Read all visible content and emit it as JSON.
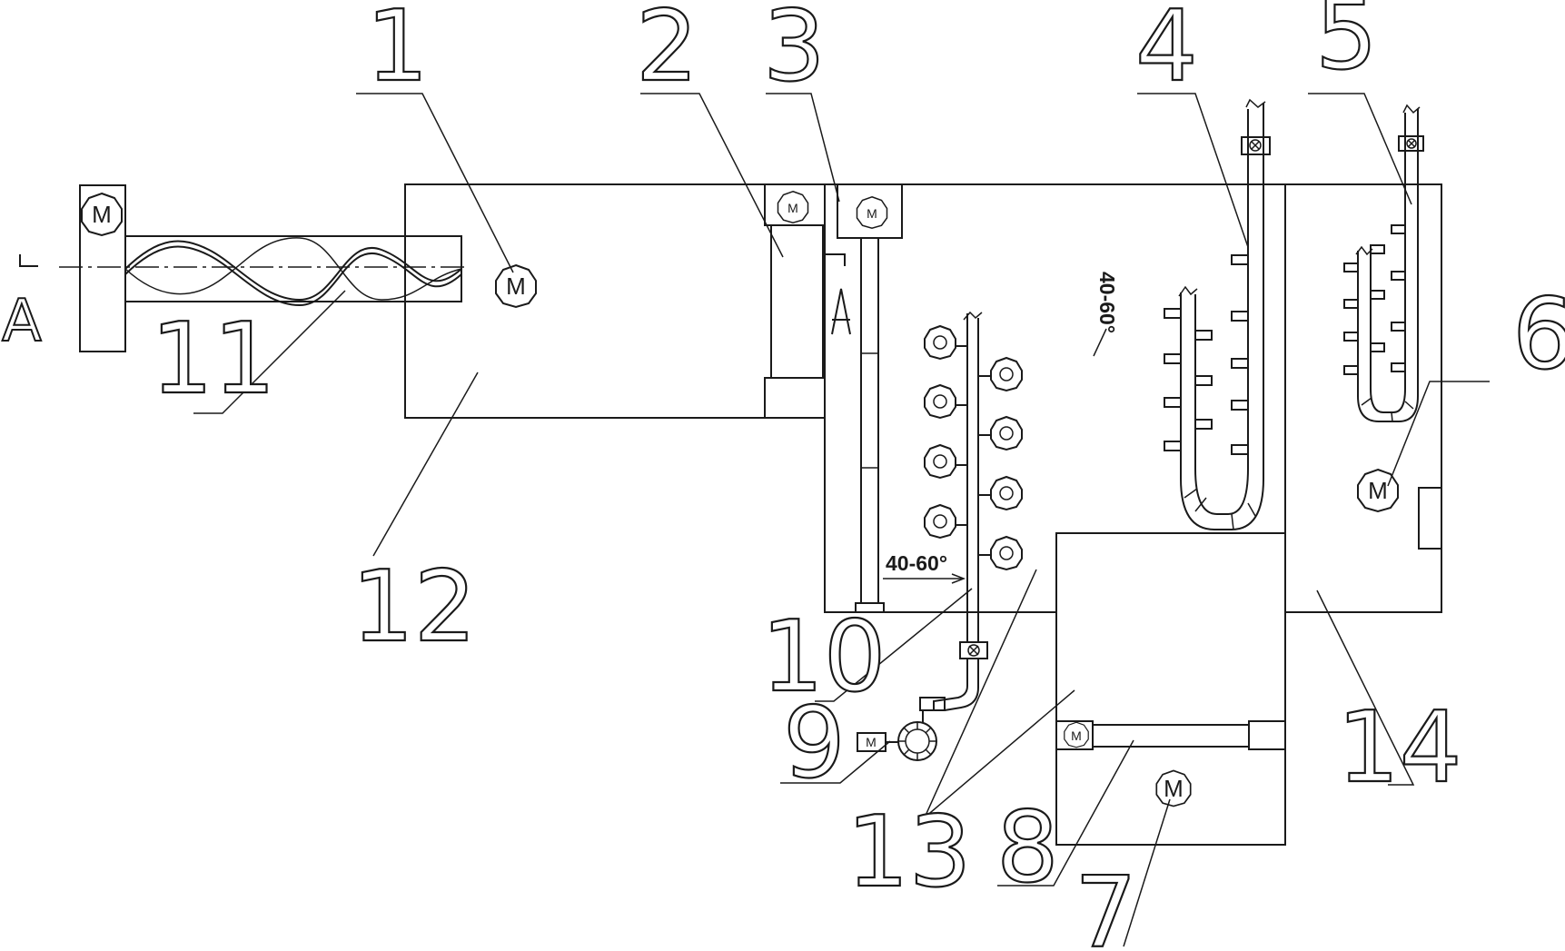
{
  "diagram": {
    "labels": [
      "1",
      "2",
      "3",
      "4",
      "5",
      "6",
      "7",
      "8",
      "9",
      "10",
      "11",
      "12",
      "13",
      "14"
    ],
    "motor_symbol": "M",
    "angle_annotation_1": "40-60°",
    "angle_annotation_2": "40-60°",
    "section_marker": "A",
    "colors": {
      "line": "#1a1a1a",
      "background": "#ffffff"
    },
    "icons": [
      "motor-icon",
      "valve-icon",
      "nozzle-icon",
      "screw-conveyor-icon",
      "pump-icon",
      "filter-screen-icon"
    ]
  }
}
